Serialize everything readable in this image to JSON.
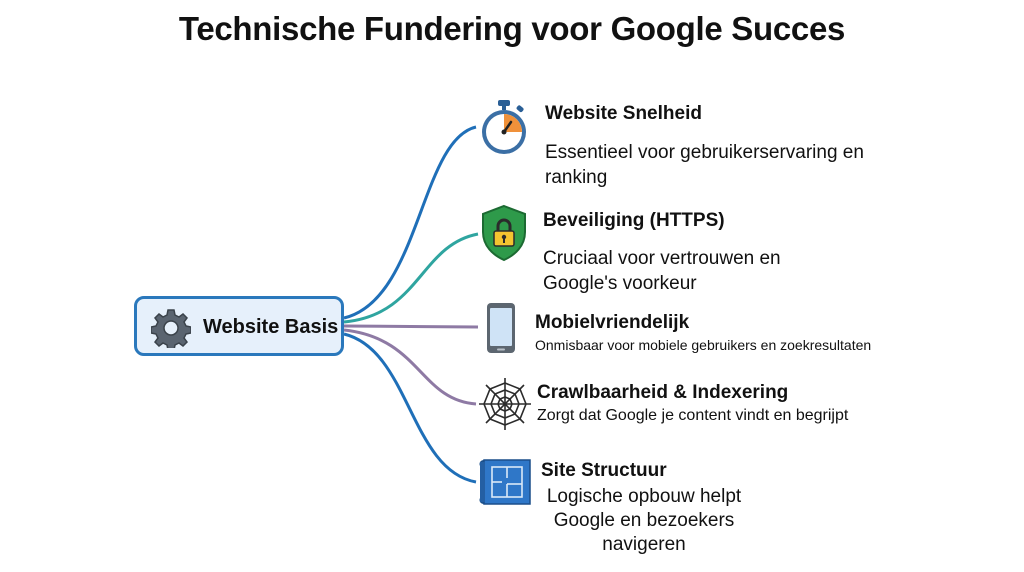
{
  "title": "Technische Fundering voor Google Succes",
  "root": {
    "label": "Website Basis",
    "icon": "gear-icon"
  },
  "branches": [
    {
      "title": "Website Snelheid",
      "description": "Essentieel voor gebruikerservaring en ranking",
      "icon": "stopwatch-icon",
      "color": "#1f6fb8"
    },
    {
      "title": "Beveiliging (HTTPS)",
      "description": "Cruciaal voor vertrouwen en Google's voorkeur",
      "icon": "shield-lock-icon",
      "color": "#2fa5a0"
    },
    {
      "title": "Mobielvriendelijk",
      "description": "Onmisbaar voor mobiele gebruikers en zoekresultaten",
      "icon": "smartphone-icon",
      "color": "#8e7aa4"
    },
    {
      "title": "Crawlbaarheid & Indexering",
      "description": "Zorgt dat Google je content vindt en begrijpt",
      "icon": "spiderweb-icon",
      "color": "#8e7aa4"
    },
    {
      "title": "Site Structuur",
      "description": "Logische opbouw helpt Google en bezoekers navigeren",
      "icon": "blueprint-icon",
      "color": "#1f6fb8"
    }
  ]
}
